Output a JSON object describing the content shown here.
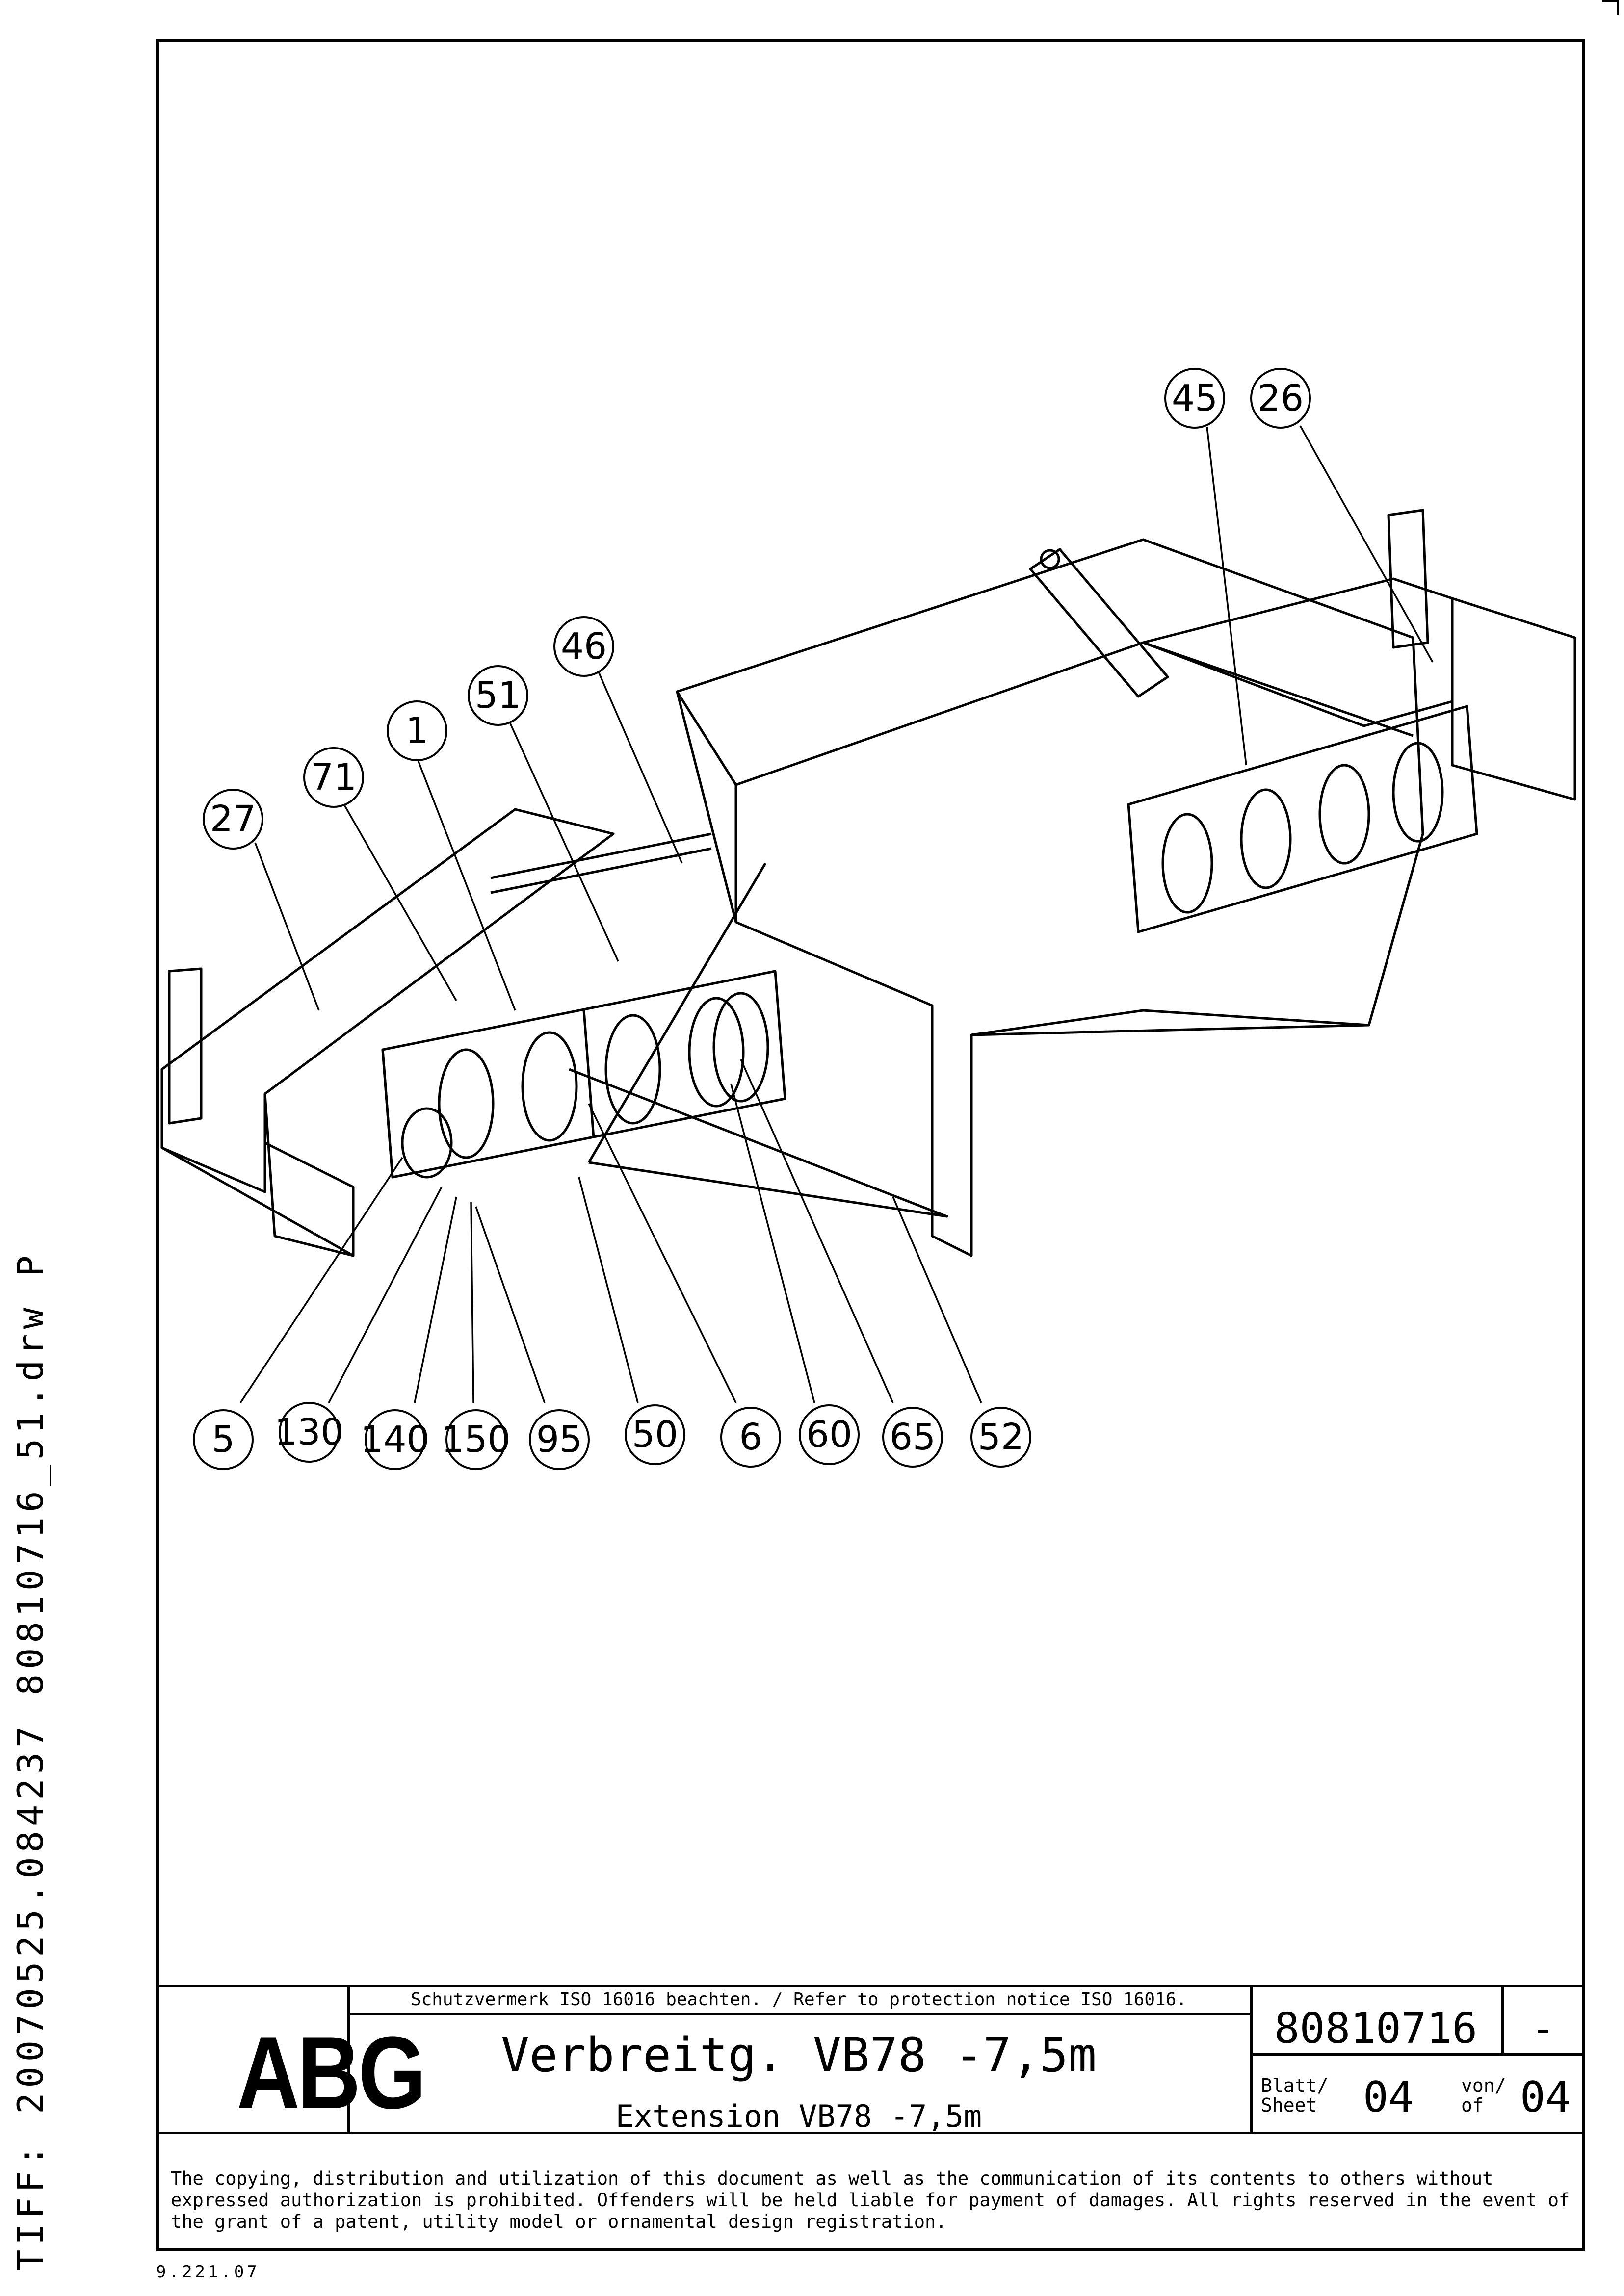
{
  "side_label": "TIFF:  20070525.084237  80810716_51.drw  P",
  "bottom_code": "9.221.07",
  "callouts": {
    "c45": "45",
    "c26": "26",
    "c46": "46",
    "c51": "51",
    "c1": "1",
    "c71": "71",
    "c27": "27",
    "c5": "5",
    "c130": "130",
    "c140": "140",
    "c150": "150",
    "c95": "95",
    "c50": "50",
    "c6": "6",
    "c60": "60",
    "c65": "65",
    "c52": "52"
  },
  "title_block": {
    "logo": "ABG",
    "protection_notice": "Schutzvermerk ISO 16016 beachten. / Refer to protection notice ISO 16016.",
    "title_de": "Verbreitg. VB78 -7,5m",
    "title_en": "Extension VB78 -7,5m",
    "document_number": "80810716",
    "revision": "-",
    "sheet_label_de": "Blatt/",
    "sheet_label_en": "Sheet",
    "sheet": "04",
    "of_label_de": "von/",
    "of_label_en": "of",
    "total_sheets": "04",
    "copyright": "The copying, distribution and utilization of this document as well as the communication of its contents to others without expressed authorization is prohibited. Offenders will be held liable for payment of damages. All rights reserved in the event of the grant of a patent, utility model or ornamental design registration."
  }
}
